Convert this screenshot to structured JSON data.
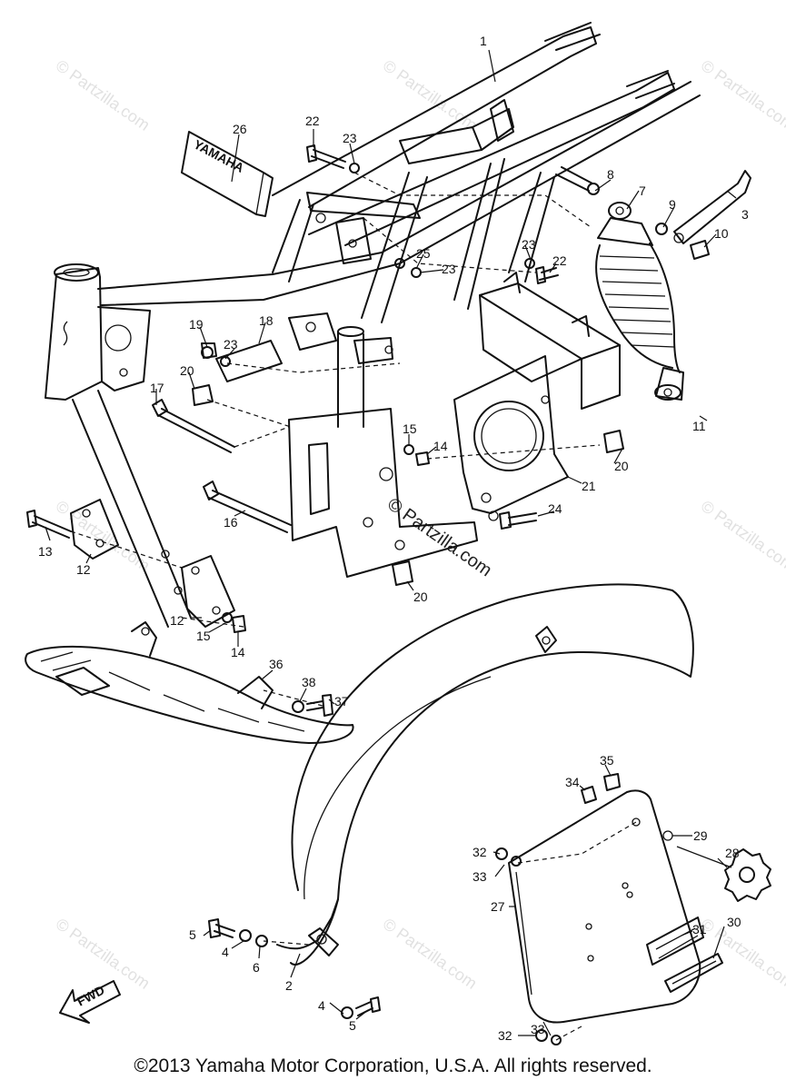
{
  "watermark": "© Partzilla.com",
  "copyright": "©2013 Yamaha Motor Corporation, U.S.A. All rights reserved.",
  "decal_text": "YAMAHA",
  "fwd_label": "FWD",
  "callouts": [
    "1",
    "26",
    "22",
    "23",
    "8",
    "7",
    "9",
    "3",
    "10",
    "23",
    "22",
    "25",
    "23",
    "19",
    "23",
    "18",
    "20",
    "17",
    "11",
    "15",
    "14",
    "20",
    "21",
    "24",
    "16",
    "13",
    "12",
    "20",
    "12",
    "15",
    "14",
    "36",
    "38",
    "37",
    "35",
    "34",
    "29",
    "28",
    "32",
    "33",
    "27",
    "31",
    "30",
    "5",
    "4",
    "6",
    "2",
    "4",
    "5",
    "32",
    "33"
  ]
}
